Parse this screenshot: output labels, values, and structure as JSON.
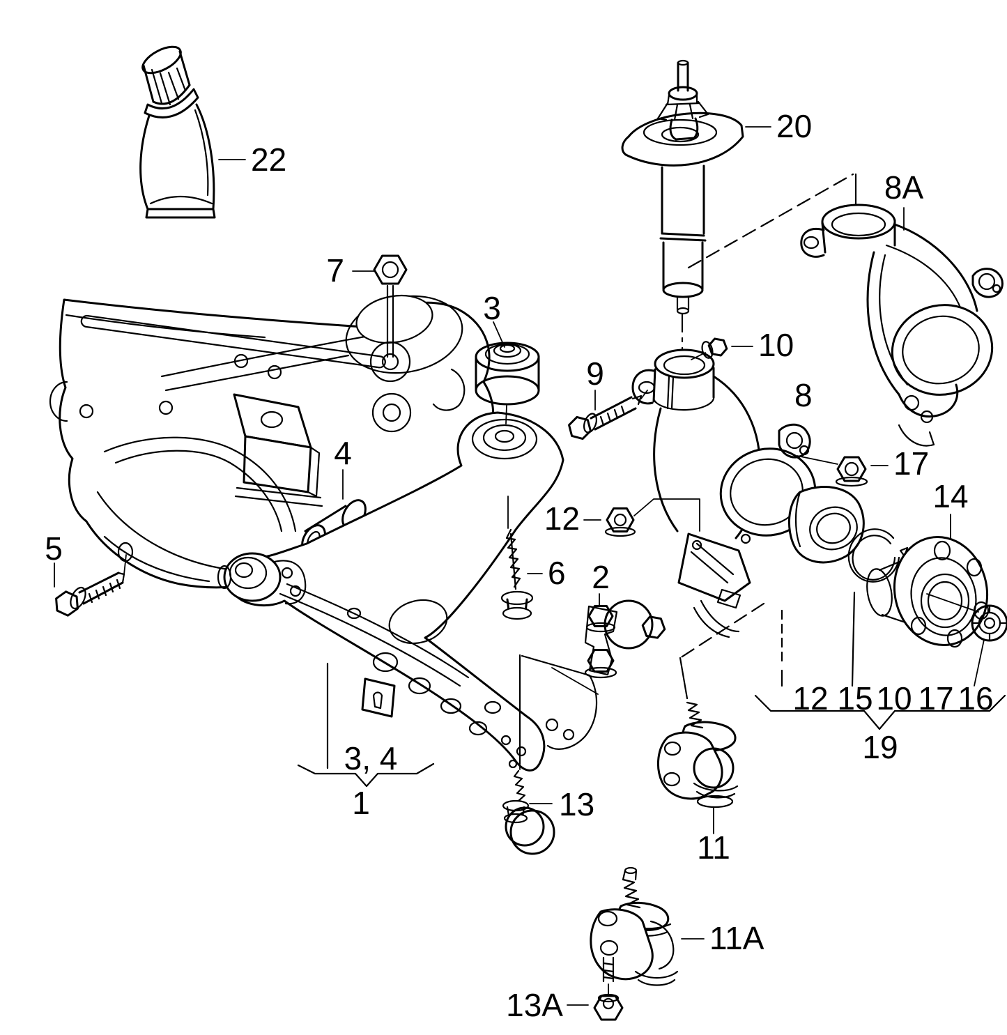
{
  "diagram": {
    "background": "#ffffff",
    "line_color": "#000000",
    "highlight_color": "#000000",
    "red_marker_color": "#e8121c"
  },
  "labels": {
    "p22": "22",
    "p7": "7",
    "p3": "3",
    "p4": "4",
    "p5": "5",
    "p6": "6",
    "p2": "2",
    "p12": "12",
    "p9": "9",
    "p10": "10",
    "p8": "8",
    "p8a": "8A",
    "p20": "20",
    "p17": "17",
    "p14": "14",
    "row": [
      "12",
      "15",
      "10",
      "17",
      "16"
    ],
    "p19": "19",
    "p34": "3, 4",
    "p1": "1",
    "p13": "13",
    "p11": "11",
    "p11a": "11A",
    "p13a": "13A"
  }
}
